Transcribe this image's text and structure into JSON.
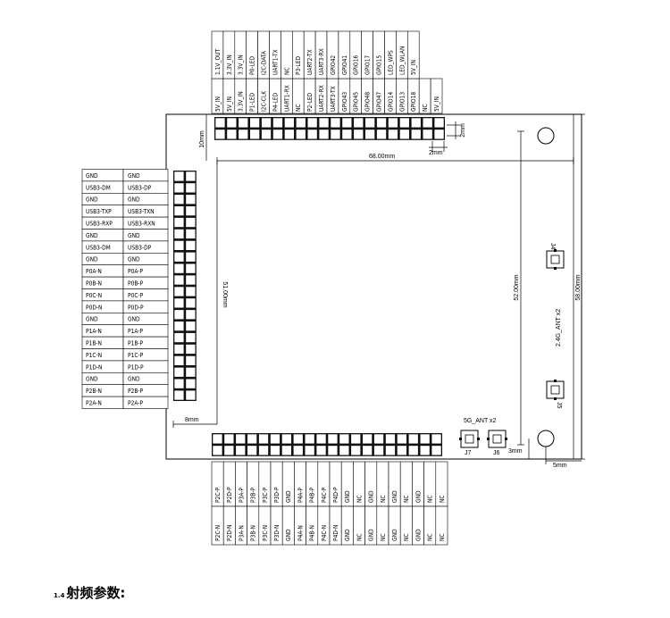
{
  "top_header": {
    "upper_row": [
      "1.1V_OUT",
      "3.3V_IN",
      "3.3V_IN",
      "P0-LED",
      "I2C-DATA",
      "UART1-TX",
      "NC",
      "P3-LED",
      "UART2-TX",
      "UART3-RX",
      "GPIO42",
      "GPIO41",
      "GPIO16",
      "GPIO17",
      "GPIO15",
      "LED_WPS",
      "LED_WLAN",
      "5V_IN"
    ],
    "lower_row": [
      "5V_IN",
      "5V_IN",
      "3.3V_IN",
      "P1-LED",
      "I2C-CLK",
      "P4-LED",
      "UART1-RX",
      "NC",
      "P2-LED",
      "UART2-RX",
      "UART3-TX",
      "GPIO43",
      "GPIO45",
      "GPIO48",
      "GPIO47",
      "GPIO14",
      "GPIO13",
      "GPIO18",
      "NC",
      "5V_IN"
    ]
  },
  "left_header": {
    "outer_col": [
      "GND",
      "USB3-DM",
      "GND",
      "USB3-TXP",
      "USB3-RXP",
      "GND",
      "USB3-DM",
      "GND",
      "P0A-N",
      "P0B-N",
      "P0C-N",
      "P0D-N",
      "GND",
      "P1A-N",
      "P1B-N",
      "P1C-N",
      "P1D-N",
      "GND",
      "P2B-N",
      "P2A-N"
    ],
    "inner_col": [
      "GND",
      "USB3-DP",
      "GND",
      "USB3-TXN",
      "USB3-RXN",
      "GND",
      "USB3-DP",
      "GND",
      "P0A-P",
      "P0B-P",
      "P0C-P",
      "P0D-P",
      "GND",
      "P1A-P",
      "P1B-P",
      "P1C-P",
      "P1D-P",
      "GND",
      "P2B-P",
      "P2A-P"
    ]
  },
  "bottom_header": {
    "upper_row": [
      "P2C-P",
      "P2D-P",
      "P3A-P",
      "P3B-P",
      "P3C-P",
      "P3D-P",
      "GND",
      "P4A-P",
      "P4B-P",
      "P4C-P",
      "P4D-P",
      "GND",
      "NC",
      "GND",
      "NC",
      "GND",
      "NC",
      "GND",
      "NC",
      "NC"
    ],
    "lower_row": [
      "P2C-N",
      "P2D-N",
      "P3A-N",
      "P3B-N",
      "P3C-N",
      "P3D-N",
      "GND",
      "P4A-N",
      "P4B-N",
      "P4C-N",
      "P4D-N",
      "GND",
      "NC",
      "GND",
      "NC",
      "GND",
      "NC",
      "GND",
      "NC",
      "NC"
    ]
  },
  "dimensions": {
    "width": "68.00mm",
    "height_left": "51.00mm",
    "height_inner": "52.00mm",
    "height_outer": "58.00mm",
    "top_offset": "10mm",
    "left_offset": "8mm",
    "pitch_h": "2mm",
    "pitch_v": "2mm",
    "edge_bottom": "3mm",
    "edge_right": "5mm"
  },
  "connectors": {
    "j4": "J4",
    "j6": "J6",
    "j7": "J7",
    "j5": "J5",
    "ant24_caption": "2.4G_ANT x2",
    "ant5_caption": "5G_ANT x2"
  },
  "heading": {
    "number": "1.4",
    "text": "射频参数:"
  }
}
